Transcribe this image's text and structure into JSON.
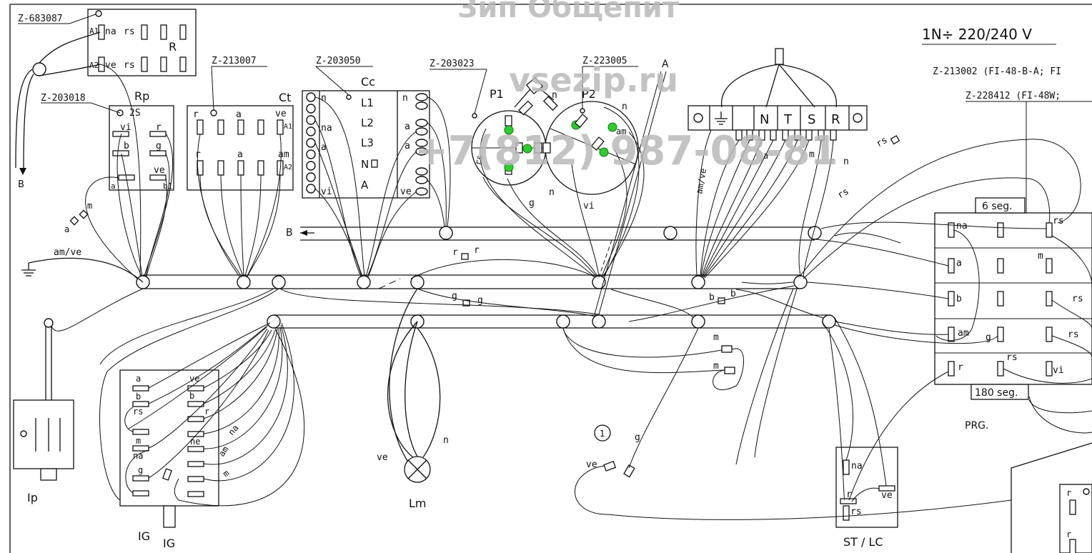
{
  "watermarks": {
    "brand": "Зип Общепит",
    "site": "vsezip.ru",
    "phone": "+7(812) 987-08-81"
  },
  "header": {
    "voltage": "1N÷ 220/240  V",
    "model_line_1": "Z-213002 (FI-48-B-A; FI",
    "model_line_2": "Z-228412 (FI-48W;"
  },
  "part_codes": {
    "r_block": "Z-683087",
    "ct": "Z-213007",
    "cc": "Z-203050",
    "p1": "Z-203023",
    "p2": "Z-223005",
    "rp": "Z-203018"
  },
  "components": {
    "r": "R",
    "rp": "Rp",
    "s2": "2S",
    "ct": "Ct",
    "cc": "Cc",
    "p1": "P1",
    "p2": "P2",
    "ip": "Ip",
    "ig": "IG",
    "ig2": "IG",
    "lm": "Lm",
    "st_lc": "ST / LC",
    "prg": "PRG.",
    "a_top": "A",
    "b_left": "B",
    "b_arrow": "B",
    "ref_1": "1"
  },
  "terminal_strip": [
    "N",
    "T",
    "S",
    "R"
  ],
  "cc_left": [
    "L1",
    "L2",
    "L3",
    "N",
    "A"
  ],
  "prg_seg_top": "6 seg.",
  "prg_seg_bottom": "180 seg.",
  "wire_labels": {
    "na": "na",
    "rs": "rs",
    "ve": "ve",
    "vi": "vi",
    "r": "r",
    "b": "b",
    "g": "g",
    "a": "a",
    "m": "m",
    "am": "am",
    "am_ve": "am/ve",
    "n": "n",
    "ne": "ne",
    "A1": "A1",
    "A2": "A2",
    "a1": "a",
    "b1": "b1",
    "rs2": "rs"
  }
}
